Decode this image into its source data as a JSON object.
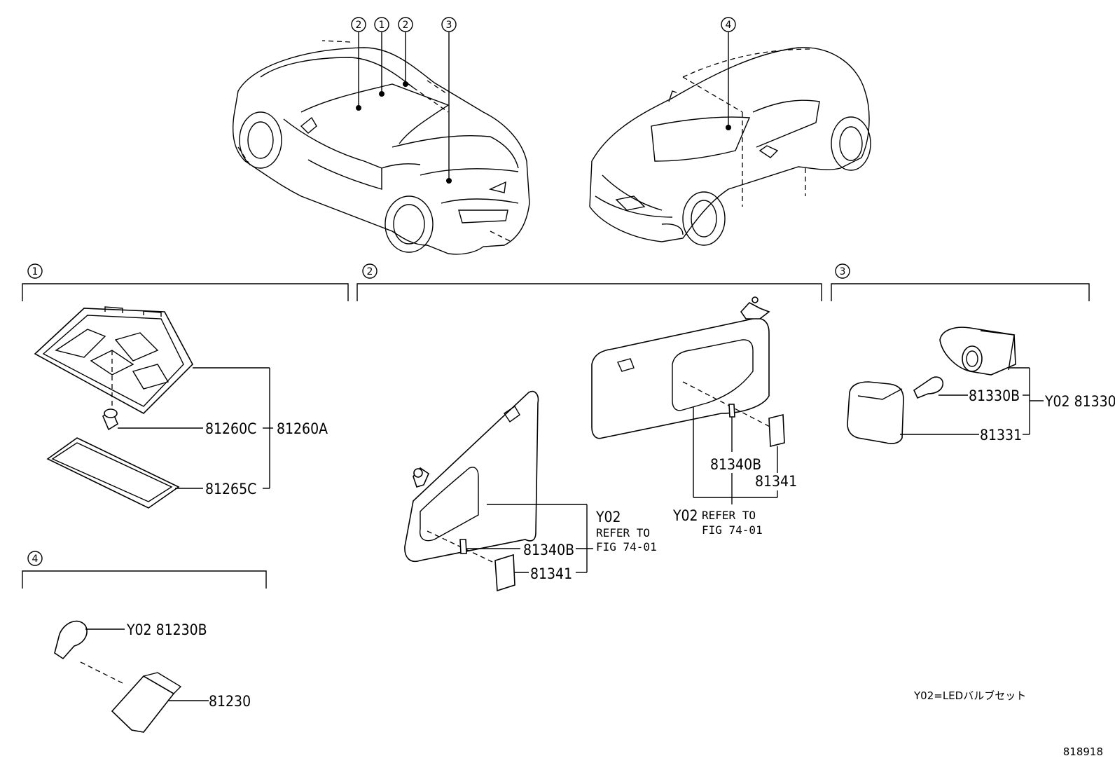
{
  "callouts": [
    "1",
    "2",
    "3",
    "4"
  ],
  "parts": {
    "p81260C": "81260C",
    "p81260A": "81260A",
    "p81265C": "81265C",
    "p81230B": "Y02 81230B",
    "p81230": "81230",
    "p81340B_left": "81340B",
    "p81341_left": "81341",
    "y02_left": "Y02",
    "refer_left_1": "REFER TO",
    "refer_left_2": "FIG 74-01",
    "p81340B_right": "81340B",
    "p81341_right": "81341",
    "y02_right": "Y02",
    "refer_right_1": "REFER TO",
    "refer_right_2": "FIG 74-01",
    "p81330B": "81330B",
    "p81330": "Y02 81330",
    "p81331": "81331"
  },
  "note": "Y02=LEDバルブセット",
  "figure_number": "818918"
}
